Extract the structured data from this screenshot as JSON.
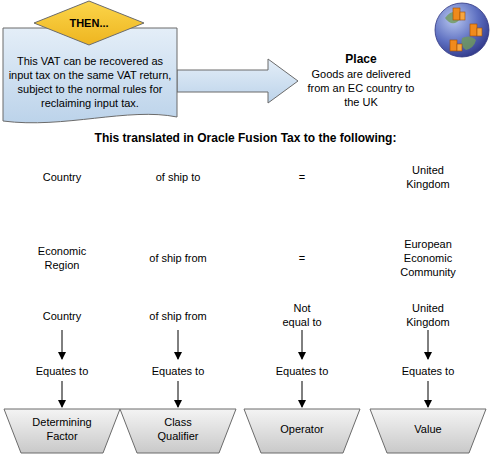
{
  "diagram": {
    "title": "This translated in Oracle Fusion Tax to the following:",
    "nodes": [
      {
        "text": [
          "THEN..."
        ]
      },
      {
        "text": [
          "This VAT can be recovered as input tax on the same VAT return, subject to the normal rules for reclaiming input tax."
        ]
      },
      {
        "text": [
          "Place",
          "Goods are delivered from an EC country to the UK"
        ]
      },
      {
        "text": [
          "Determining Factor"
        ]
      },
      {
        "text": [
          "Class Qualifier"
        ]
      },
      {
        "text": [
          "Operator"
        ]
      },
      {
        "text": [
          "Value"
        ]
      }
    ],
    "edges": [
      {
        "from": 1,
        "to": 2,
        "arrow": "to"
      }
    ],
    "labels": [
      "Country",
      "of ship to",
      "=",
      "United Kingdom",
      "Economic Region",
      "of ship from",
      "=",
      "European Economic Community",
      "Country",
      "of ship from",
      "Not equal to",
      "United Kingdom",
      "Equates to",
      "Equates to",
      "Equates to",
      "Equates to"
    ]
  }
}
